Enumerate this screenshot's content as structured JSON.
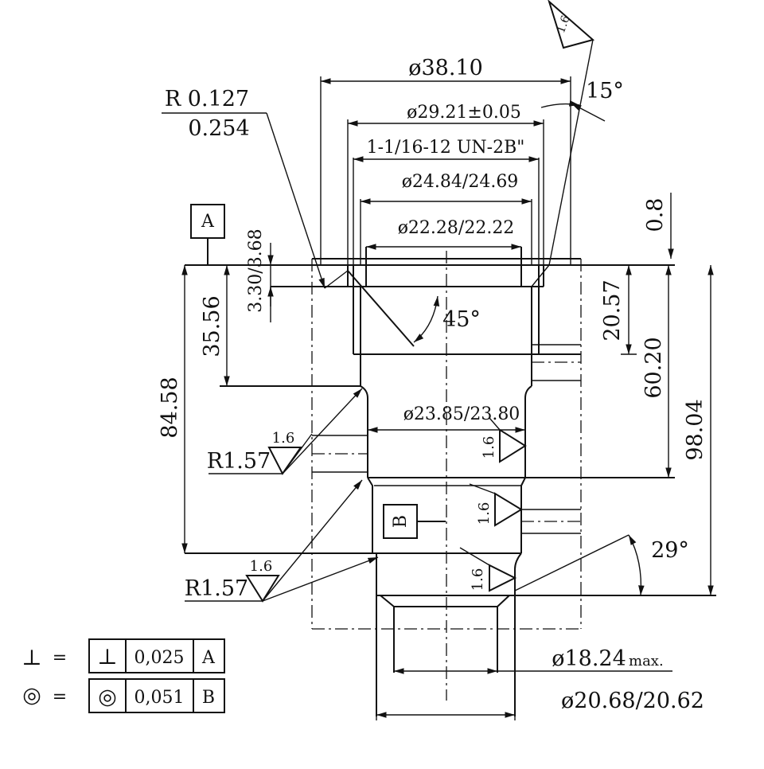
{
  "dimensions": {
    "d_outer": "ø38.10",
    "d_bore1": "ø29.21±0.05",
    "thread": "1-1/16-12 UN-2B\"",
    "d_bore2": "ø24.84/24.69",
    "d_bore3": "ø22.28/22.22",
    "d_bore4": "ø23.85/23.80",
    "d_bottom_max": "ø18.24",
    "d_bottom_max_suffix": "max.",
    "d_spigot": "ø20.68/20.62",
    "radius_top_1": "R 0.127",
    "radius_top_2": "0.254",
    "angle_15": "15°",
    "angle_45": "45°",
    "angle_29": "29°",
    "depth_0_8": "0.8",
    "depth_3_30": "3.30/3.68",
    "depth_35_56": "35.56",
    "depth_84_58": "84.58",
    "depth_20_57": "20.57",
    "depth_60_20": "60.20",
    "depth_98_04": "98.04",
    "fillet_1": "R1.57",
    "fillet_2": "R1.57"
  },
  "roughness": {
    "top": "1.6",
    "fillet_upper": "1.6",
    "fillet_lower": "1.6",
    "right_1": "1.6",
    "right_2": "1.6",
    "right_3": "1.6"
  },
  "datums": {
    "a": "A",
    "b": "B"
  },
  "legend": {
    "row1": {
      "symbol": "⊥",
      "equals": "=",
      "frame_symbol": "⊥",
      "tolerance": "0,025",
      "datum": "A"
    },
    "row2": {
      "symbol": "◎",
      "equals": "=",
      "frame_symbol": "◎",
      "tolerance": "0,051",
      "datum": "B"
    }
  }
}
